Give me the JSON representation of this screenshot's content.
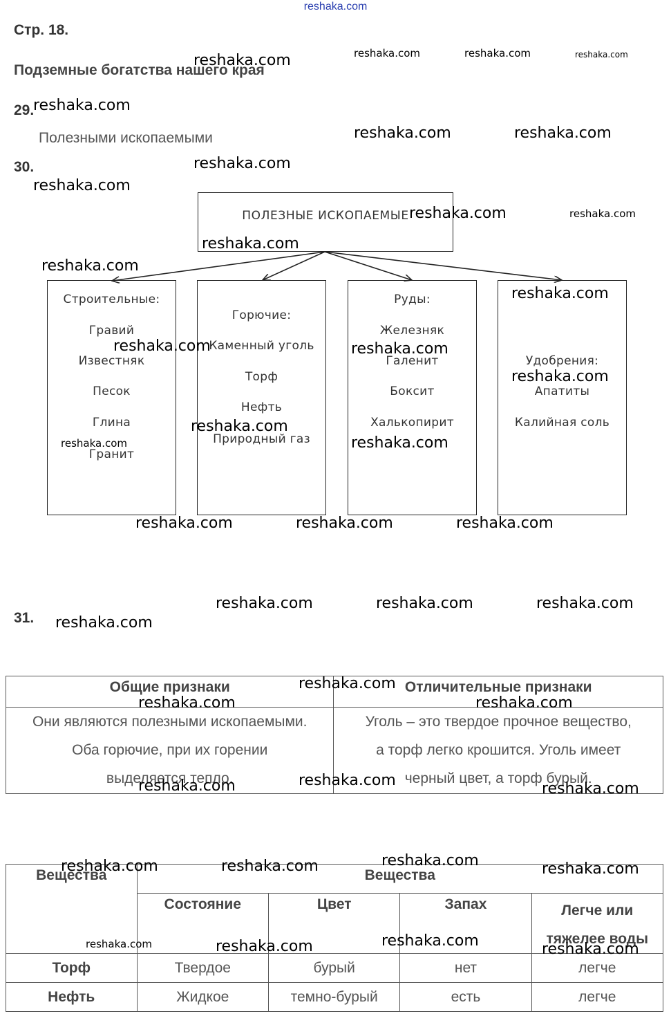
{
  "site_header": "reshaka.com",
  "page_ref": "Стр. 18.",
  "topic_title": "Подземные богатства нашего края",
  "q29": {
    "number": "29.",
    "answer": "Полезными ископаемыми"
  },
  "q30": {
    "number": "30.",
    "root": "ПОЛЕЗНЫЕ ИСКОПАЕМЫЕ",
    "groups": [
      {
        "title": "Строительные:",
        "items": [
          "Гравий",
          "Известняк",
          "Песок",
          "Глина",
          "Гранит"
        ]
      },
      {
        "title": "Горючие:",
        "items": [
          "Каменный уголь",
          "Торф",
          "Нефть",
          "Природный газ"
        ]
      },
      {
        "title": "Руды:",
        "items": [
          "Железняк",
          "Галенит",
          "Боксит",
          "Халькопирит"
        ]
      },
      {
        "title": "Удобрения:",
        "items": [
          "Апатиты",
          "Калийная соль"
        ]
      }
    ]
  },
  "q31": {
    "number": "31.",
    "compare_table": {
      "headers": [
        "Общие признаки",
        "Отличительные признаки"
      ],
      "common": [
        "Они являются полезными ископаемыми.",
        "Оба горючие, при их горении",
        "выделяется тепло."
      ],
      "differences": [
        "Уголь – это твердое прочное вещество,",
        "а торф легко крошится. Уголь имеет",
        "черный цвет, а торф бурый."
      ]
    },
    "props_table": {
      "row_header": "Вещества",
      "group_header": "Вещества",
      "columns": [
        "Состояние",
        "Цвет",
        "Запах",
        "Легче или тяжелее воды"
      ],
      "rows": [
        {
          "name": "Торф",
          "values": [
            "Твердое",
            "бурый",
            "нет",
            "легче"
          ]
        },
        {
          "name": "Нефть",
          "values": [
            "Жидкое",
            "темно-бурый",
            "есть",
            "легче"
          ]
        }
      ]
    }
  },
  "watermark": "reshaka.com"
}
